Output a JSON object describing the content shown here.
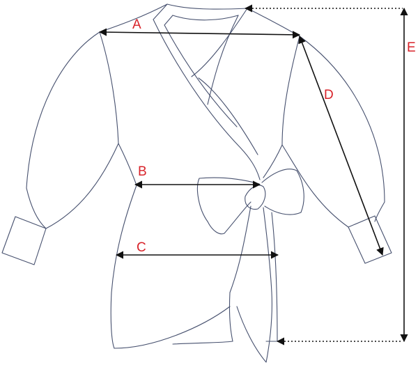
{
  "labels": {
    "a": "A",
    "b": "B",
    "c": "C",
    "d": "D",
    "e": "E"
  },
  "colors": {
    "outline": "#46506e",
    "measure_line": "#111111",
    "label": "#d8232a"
  }
}
